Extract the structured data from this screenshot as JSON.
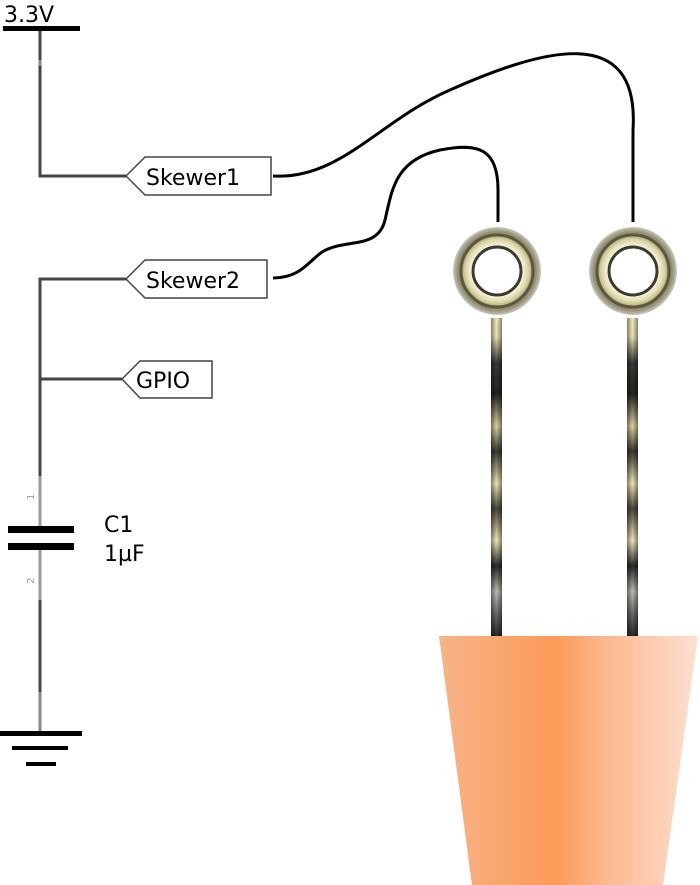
{
  "power": {
    "label": "3.3V"
  },
  "nets": [
    {
      "id": "skewer1",
      "label": "Skewer1"
    },
    {
      "id": "skewer2",
      "label": "Skewer2"
    },
    {
      "id": "gpio",
      "label": "GPIO"
    }
  ],
  "capacitor": {
    "name": "C1",
    "value": "1µF",
    "pin1": "1",
    "pin2": "2"
  },
  "colors": {
    "wire": "#444444",
    "wire_black": "#000000",
    "pot_left": "#f6b488",
    "pot_mid": "#fc9a58",
    "pot_right": "#fde0d0",
    "skewer_light": "#e2dca8",
    "skewer_dark": "#2a2a2a",
    "ring": "#b9b380"
  }
}
